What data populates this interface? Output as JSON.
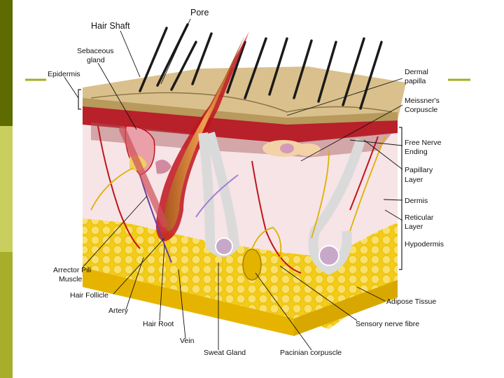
{
  "theme": {
    "sidebar_colors": [
      "#5e6b00",
      "#c9cf5f",
      "#a7ae2a"
    ],
    "accent_line": "#a5ad1f",
    "epidermis": "#d9c08c",
    "dermis": "#f6e4e6",
    "hypodermis_fat": "#f3cc17",
    "vessel": "#c0141d"
  },
  "labels": {
    "pore": "Pore",
    "hair_shaft": "Hair Shaft",
    "sebaceous_1": "Sebaceous",
    "sebaceous_2": "gland",
    "epidermis": "Epidermis",
    "dermal_papilla_1": "Dermal",
    "dermal_papilla_2": "papilla",
    "meissner_1": "Meissner's",
    "meissner_2": "Corpuscle",
    "free_nerve_1": "Free Nerve",
    "free_nerve_2": "Ending",
    "papillary_1": "Papillary",
    "papillary_2": "Layer",
    "dermis": "Dermis",
    "reticular_1": "Reticular",
    "reticular_2": "Layer",
    "hypodermis": "Hypodermis",
    "arrector_1": "Arrector Pili",
    "arrector_2": "Muscle",
    "hair_follicle": "Hair Follicle",
    "artery": "Artery",
    "hair_root": "Hair Root",
    "vein": "Vein",
    "sweat_gland": "Sweat Gland",
    "pacinian": "Pacinian corpuscle",
    "adipose": "Adipose Tissue",
    "sensory_nerve": "Sensory nerve fibre"
  }
}
